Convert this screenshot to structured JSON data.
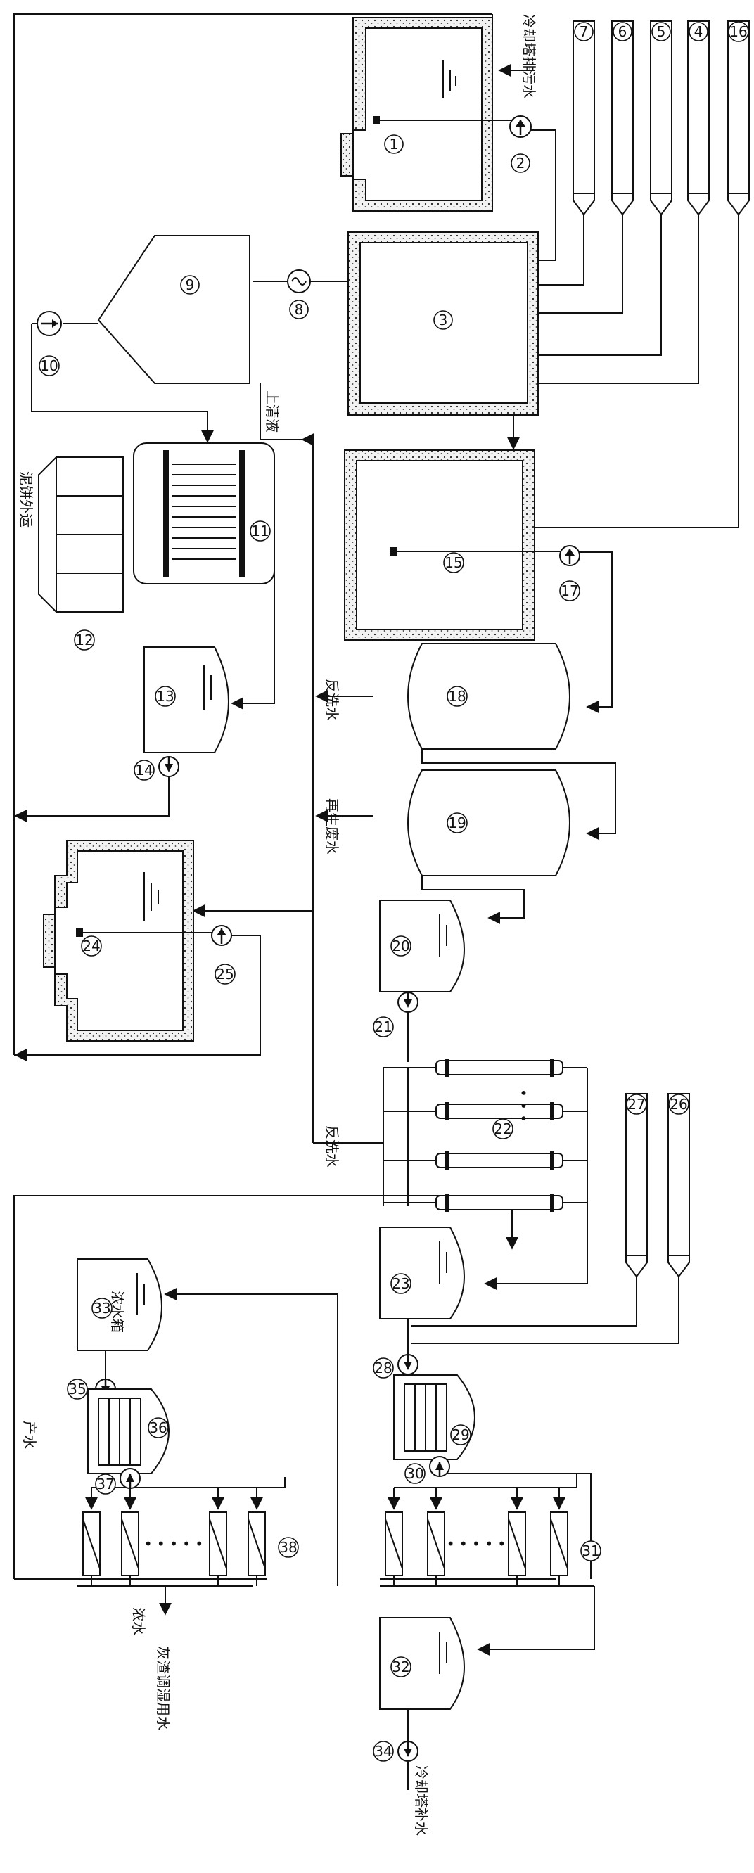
{
  "labels": {
    "cooling_tower_blowdown": "冷却塔排污水",
    "supernatant": "上清液",
    "sludge_out": "泥饼外运",
    "backwash_1": "反洗水",
    "regen_waste": "再生废水",
    "backwash_2": "反洗水",
    "product_water": "产水",
    "concentrate": "浓水",
    "ash_dust_water": "灰渣调湿用水",
    "cooling_makeup": "冷却塔补水",
    "conc_tank": "浓水箱"
  },
  "numbers": {
    "n1": "1",
    "n2": "2",
    "n3": "3",
    "n4": "4",
    "n5": "5",
    "n6": "6",
    "n7": "7",
    "n8": "8",
    "n9": "9",
    "n10": "10",
    "n11": "11",
    "n12": "12",
    "n13": "13",
    "n14": "14",
    "n15": "15",
    "n16": "16",
    "n17": "17",
    "n18": "18",
    "n19": "19",
    "n20": "20",
    "n21": "21",
    "n22": "22",
    "n23": "23",
    "n24": "24",
    "n25": "25",
    "n26": "26",
    "n27": "27",
    "n28": "28",
    "n29": "29",
    "n30": "30",
    "n31": "31",
    "n32": "32",
    "n33": "33",
    "n34": "34",
    "n35": "35",
    "n36": "36",
    "n37": "37",
    "n38": "38"
  },
  "ellipsis": {
    "e22": "• • •",
    "e31": "• • • • •",
    "e38": "• • • • •"
  }
}
